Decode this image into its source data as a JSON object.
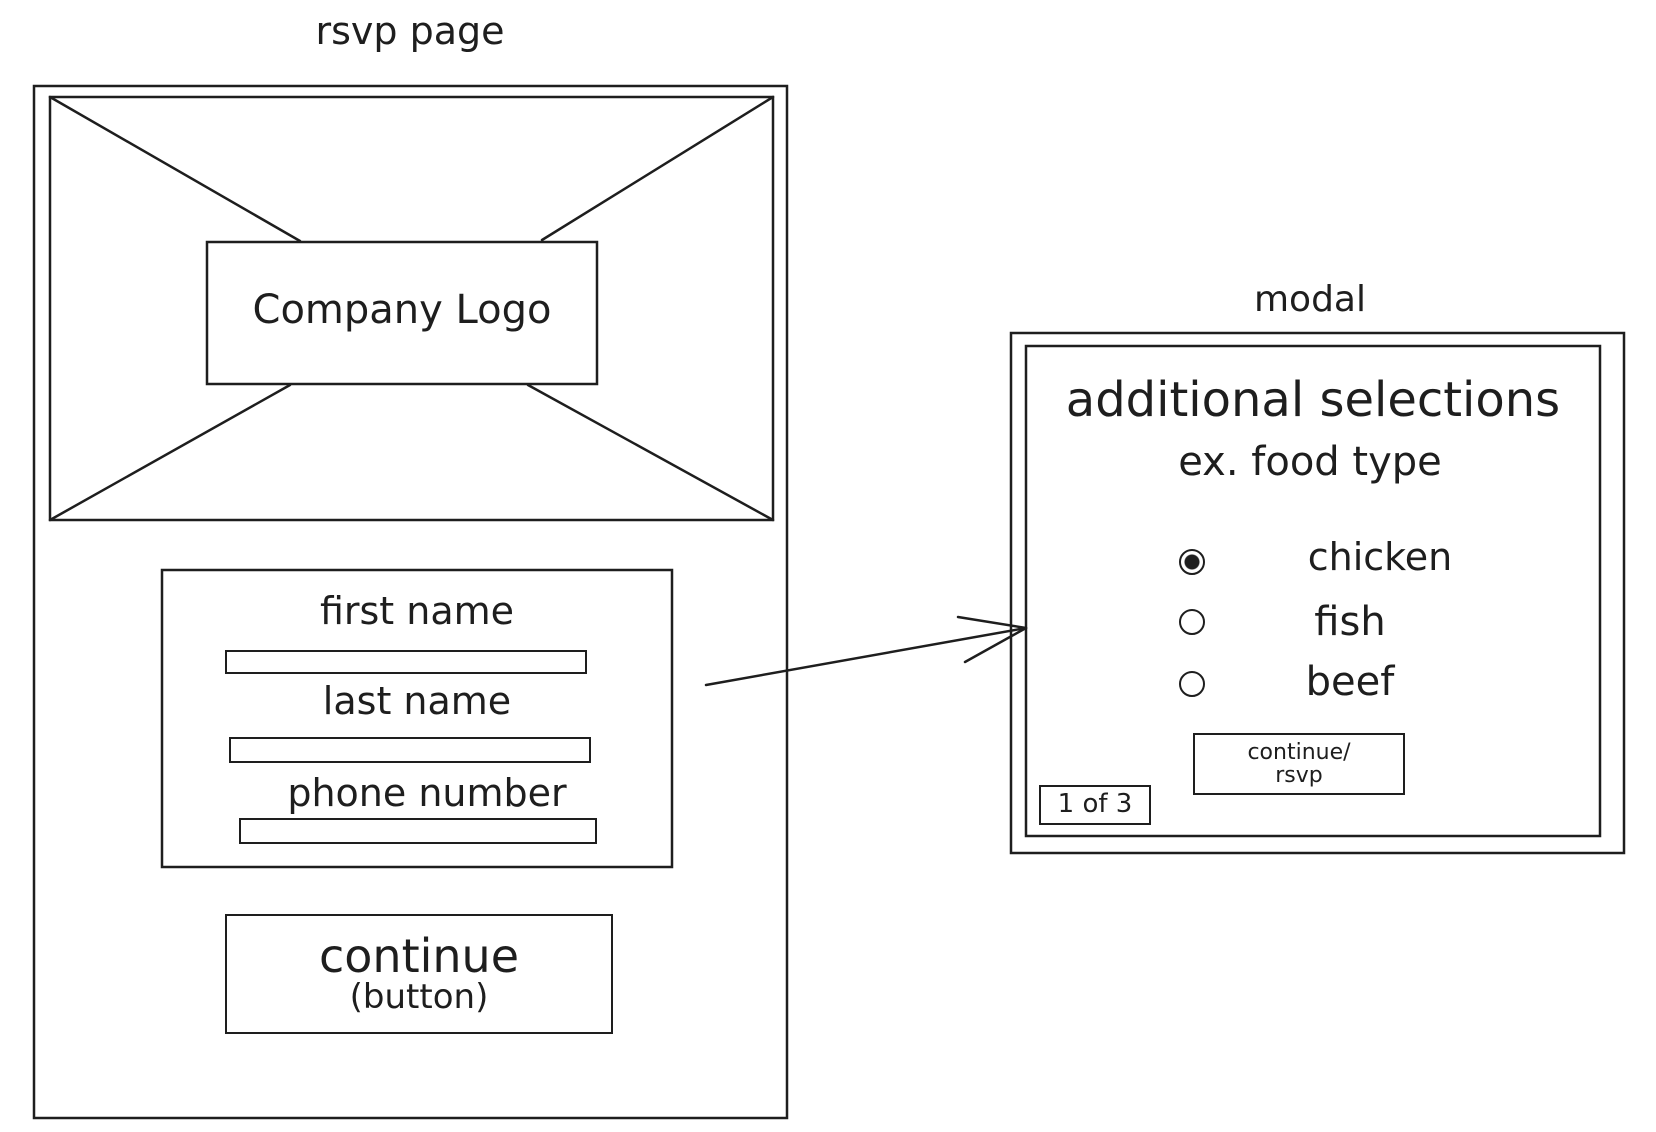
{
  "rsvp_page": {
    "caption": "rsvp page",
    "logo_label": "Company Logo",
    "form": {
      "first_name_label": "first name",
      "last_name_label": "last name",
      "phone_number_label": "phone number"
    },
    "continue_button": {
      "label": "continue",
      "sublabel": "(button)"
    }
  },
  "modal": {
    "caption": "modal",
    "title": "additional selections",
    "subtitle": "ex. food type",
    "options": [
      {
        "label": "chicken",
        "selected": true
      },
      {
        "label": "fish",
        "selected": false
      },
      {
        "label": "beef",
        "selected": false
      }
    ],
    "continue_button": {
      "line1": "continue/",
      "line2": "rsvp"
    },
    "page_indicator": "1 of 3"
  },
  "colors": {
    "stroke": "#1e1e1e",
    "background": "#ffffff"
  }
}
